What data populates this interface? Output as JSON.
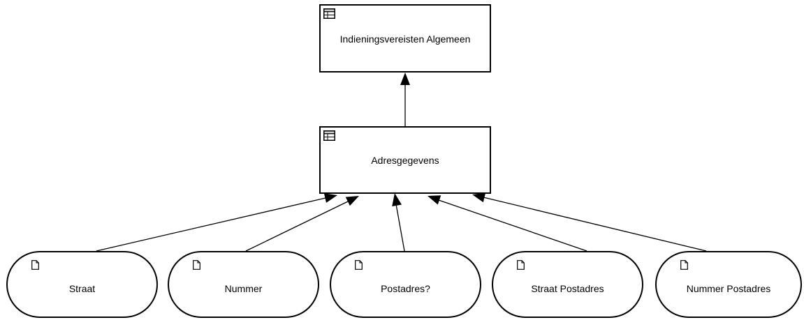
{
  "diagram": {
    "type": "decision-requirements-graph",
    "decisions": [
      {
        "id": "algemeen",
        "label": "Indieningsvereisten Algemeen",
        "icon": "decision-table-icon"
      },
      {
        "id": "adres",
        "label": "Adresgegevens",
        "icon": "decision-table-icon"
      }
    ],
    "inputs": [
      {
        "id": "straat",
        "label": "Straat",
        "icon": "document-icon"
      },
      {
        "id": "nummer",
        "label": "Nummer",
        "icon": "document-icon"
      },
      {
        "id": "postadres",
        "label": "Postadres?",
        "icon": "document-icon"
      },
      {
        "id": "straat-postadres",
        "label": "Straat Postadres",
        "icon": "document-icon"
      },
      {
        "id": "nummer-postadres",
        "label": "Nummer Postadres",
        "icon": "document-icon"
      }
    ],
    "edges": [
      {
        "from": "adres",
        "to": "algemeen"
      },
      {
        "from": "straat",
        "to": "adres"
      },
      {
        "from": "nummer",
        "to": "adres"
      },
      {
        "from": "postadres",
        "to": "adres"
      },
      {
        "from": "straat-postadres",
        "to": "adres"
      },
      {
        "from": "nummer-postadres",
        "to": "adres"
      }
    ],
    "colors": {
      "stroke": "#000000",
      "fill": "#ffffff",
      "icon_header": "#c8c8c8"
    }
  }
}
